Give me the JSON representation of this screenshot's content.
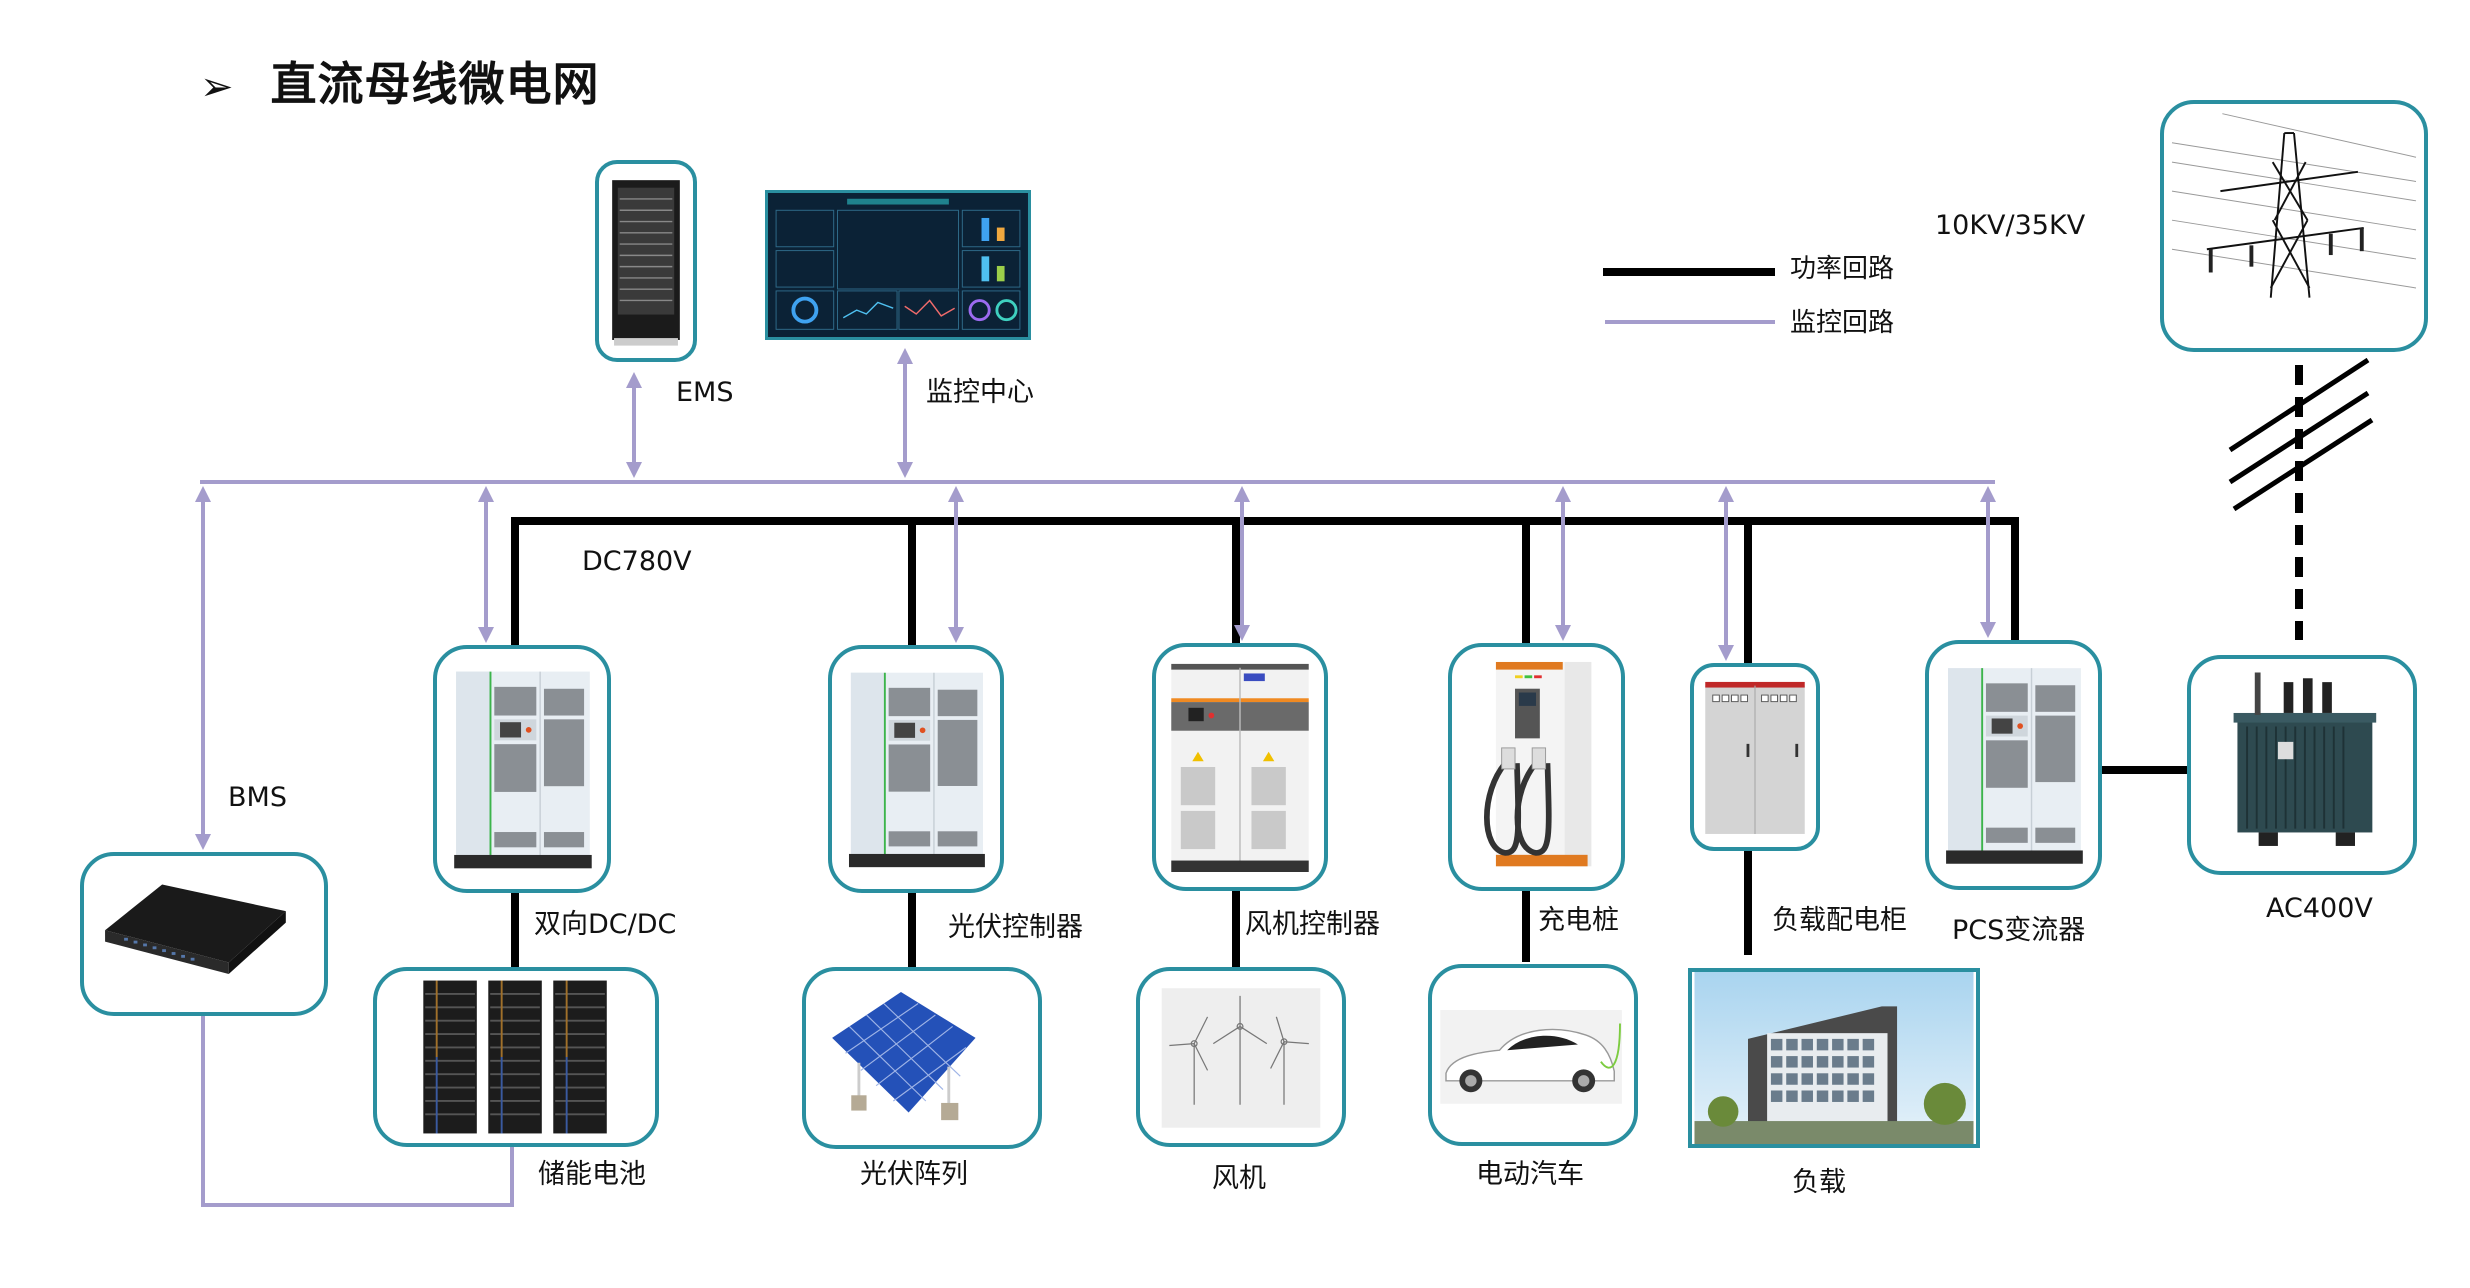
{
  "title": {
    "arrow": "➢",
    "text": "直流母线微电网"
  },
  "legend": {
    "power_loop": "功率回路",
    "monitor_loop": "监控回路",
    "power_color": "#000000",
    "monitor_color": "#a49ccc"
  },
  "grid_voltage": "10KV/35KV",
  "dc_bus_voltage": "DC780V",
  "ac_voltage": "AC400V",
  "colors": {
    "box_border": "#2a8fa0",
    "monitor_line": "#a49ccc",
    "power_line": "#000000"
  },
  "nodes": {
    "ems": "EMS",
    "monitor_center": "监控中心",
    "bms": "BMS",
    "bidirectional_dcdc": "双向DC/DC",
    "battery": "储能电池",
    "pv_controller": "光伏控制器",
    "pv_array": "光伏阵列",
    "wind_controller": "风机控制器",
    "wind_turbine": "风机",
    "charger": "充电桩",
    "ev": "电动汽车",
    "load_cabinet": "负载配电柜",
    "load": "负载",
    "pcs": "PCS变流器",
    "transformer": "AC400V",
    "grid_tower": "10KV/35KV"
  }
}
